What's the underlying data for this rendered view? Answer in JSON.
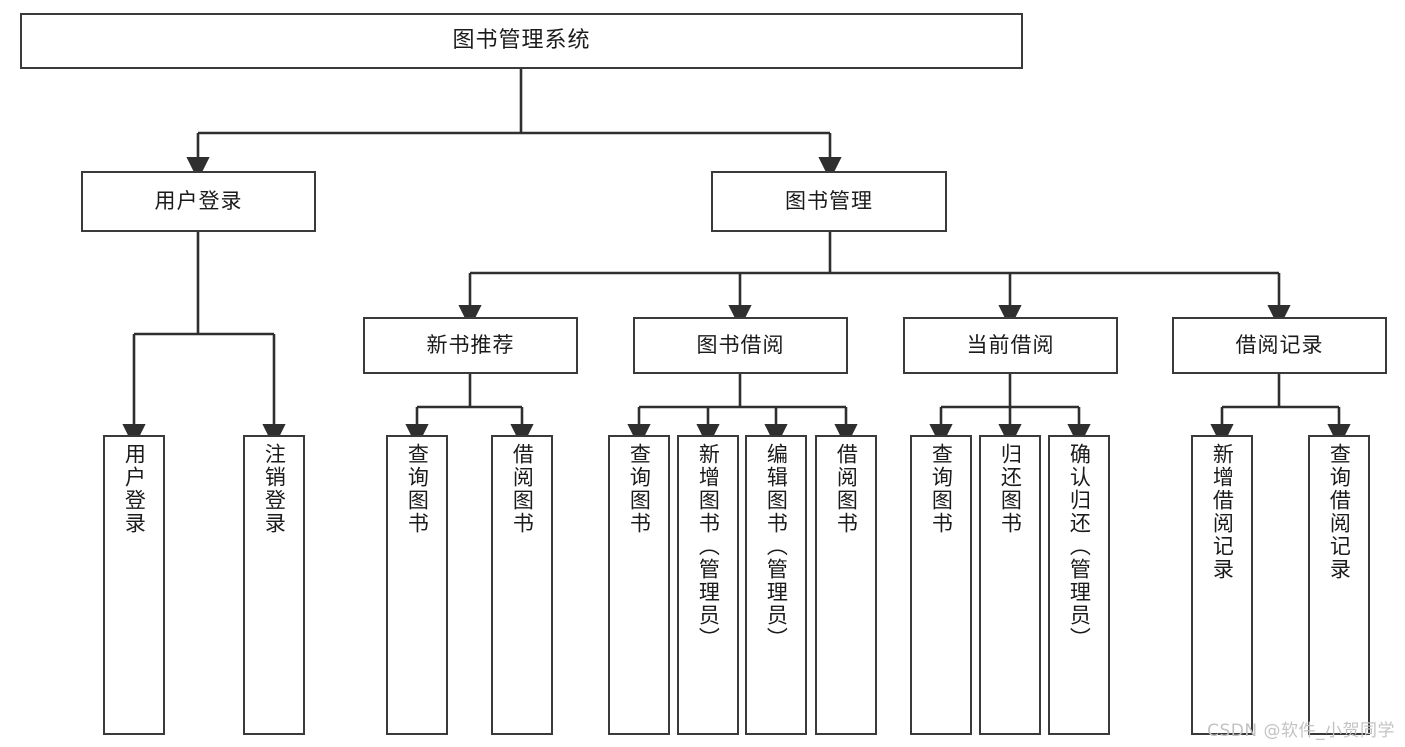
{
  "diagram": {
    "title": "图书管理系统",
    "watermark": "CSDN @软件_小贺同学",
    "stroke_color": "#3a3a3a",
    "text_color": "#1b1b1b",
    "background": "#ffffff",
    "watermark_color": "#c3c3c3"
  },
  "nodes": {
    "root": {
      "label": "图书管理系统"
    },
    "level2": [
      {
        "label": "用户登录"
      },
      {
        "label": "图书管理"
      }
    ],
    "level3": [
      {
        "label": "新书推荐"
      },
      {
        "label": "图书借阅"
      },
      {
        "label": "当前借阅"
      },
      {
        "label": "借阅记录"
      }
    ],
    "leaves": {
      "user_login": [
        {
          "label": "用户登录"
        },
        {
          "label": "注销登录"
        }
      ],
      "new_book": [
        {
          "label": "查询图书"
        },
        {
          "label": "借阅图书"
        }
      ],
      "borrow": [
        {
          "label": "查询图书"
        },
        {
          "label": "新增图书（管理员）"
        },
        {
          "label": "编辑图书（管理员）"
        },
        {
          "label": "借阅图书"
        }
      ],
      "current": [
        {
          "label": "查询图书"
        },
        {
          "label": "归还图书"
        },
        {
          "label": "确认归还（管理员）"
        }
      ],
      "records": [
        {
          "label": "新增借阅记录"
        },
        {
          "label": "查询借阅记录"
        }
      ]
    }
  }
}
